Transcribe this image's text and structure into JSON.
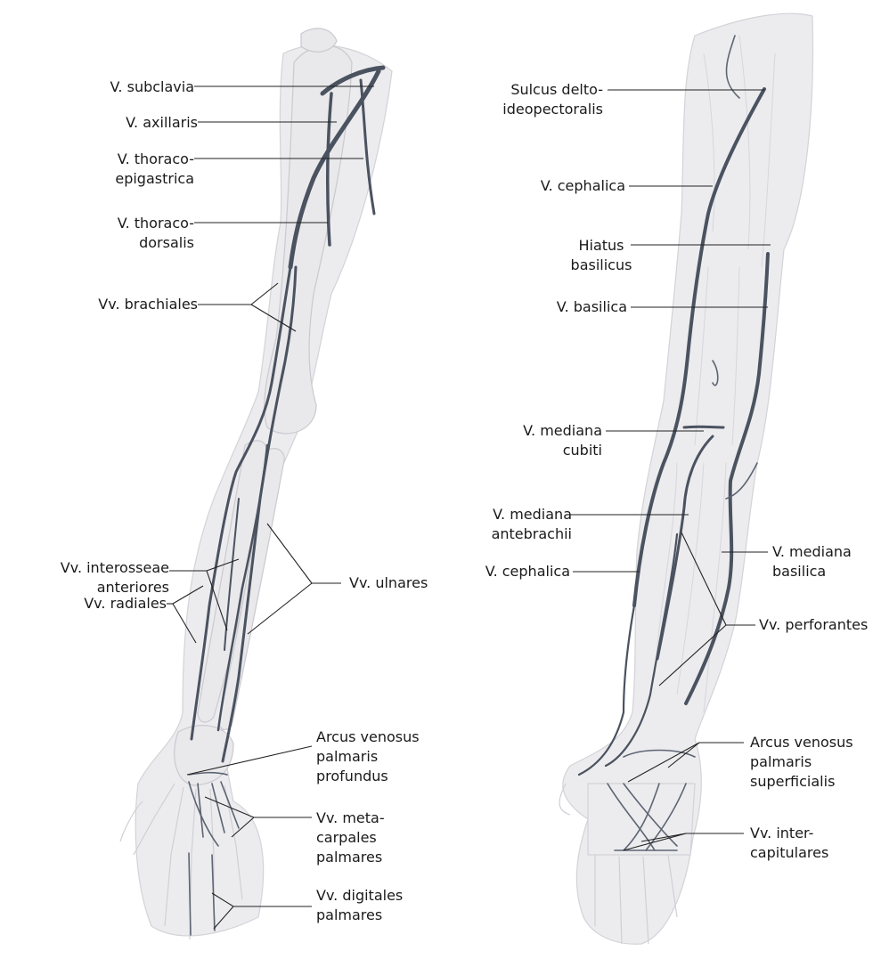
{
  "left_figure": {
    "labels": {
      "subclavia": "V. subclavia",
      "axillaris": "V. axillaris",
      "thoracoepigastrica": "V. thoraco-\nepigastrica",
      "thoracodorsalis": "V. thoraco-\ndorsalis",
      "brachiales": "Vv. brachiales",
      "interosseae": "Vv. interosseae\nanteriores",
      "radiales": "Vv. radiales",
      "ulnares": "Vv. ulnares",
      "arcus_profundus": "Arcus venosus\npalmaris\nprofundus",
      "metacarpales": "Vv. meta-\ncarpales\npalmares",
      "digitales": "Vv. digitales\npalmares"
    }
  },
  "right_figure": {
    "labels": {
      "sulcus": "Sulcus delto-\nideopectoralis",
      "cephalica_upper": "V. cephalica",
      "hiatus": "Hiatus\nbasilicus",
      "basilica": "V. basilica",
      "mediana_cubiti": "V. mediana\ncubiti",
      "mediana_antebrachii": "V. mediana\nantebrachii",
      "cephalica_lower": "V. cephalica",
      "mediana_basilica": "V. mediana\nbasilica",
      "perforantes": "Vv. perforantes",
      "arcus_superficialis": "Arcus venosus\npalmaris\nsuperficialis",
      "intercapitulares": "Vv. inter-\ncapitulares"
    }
  }
}
